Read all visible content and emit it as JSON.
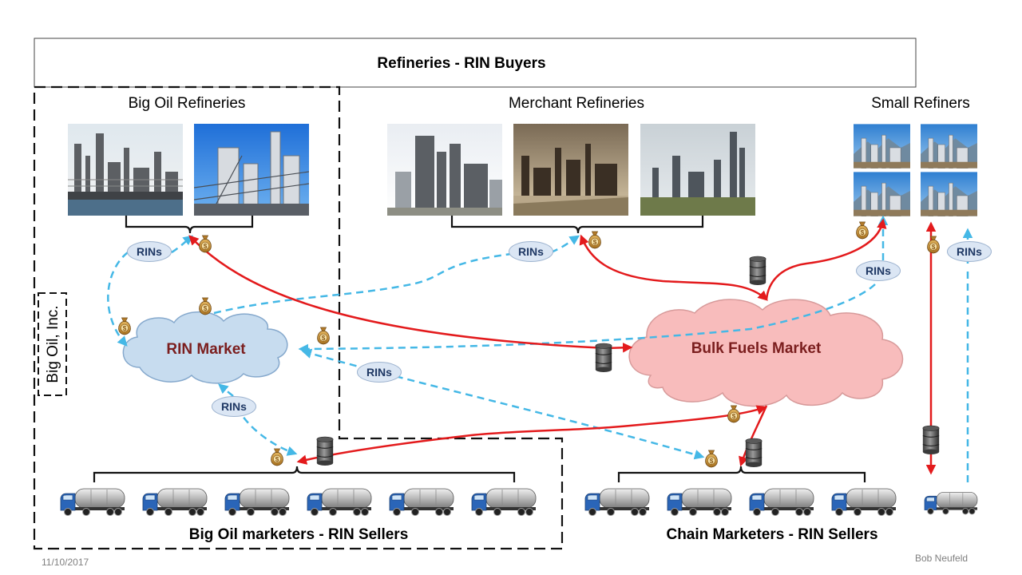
{
  "header": {
    "title": "Refineries - RIN Buyers"
  },
  "groups": {
    "big_oil_refineries": "Big Oil Refineries",
    "merchant_refineries": "Merchant Refineries",
    "small_refiners": "Small Refiners",
    "big_oil_inc": "Big Oil, Inc.",
    "big_oil_marketers": "Big Oil marketers - RIN Sellers",
    "chain_marketers": "Chain Marketers - RIN Sellers"
  },
  "markets": {
    "rin_market": "RIN Market",
    "bulk_fuels_market": "Bulk Fuels Market"
  },
  "rin_label": "RINs",
  "footer": {
    "date": "11/10/2017",
    "author": "Bob Neufeld"
  },
  "colors": {
    "money_flow": "#e31a1c",
    "rin_flow": "#45b8e6",
    "rin_cloud": "#c7dcef",
    "fuel_cloud": "#f8bcbc"
  },
  "icons": [
    "refinery-photo",
    "money-bag-icon",
    "oil-barrel-icon",
    "tanker-truck-icon"
  ]
}
